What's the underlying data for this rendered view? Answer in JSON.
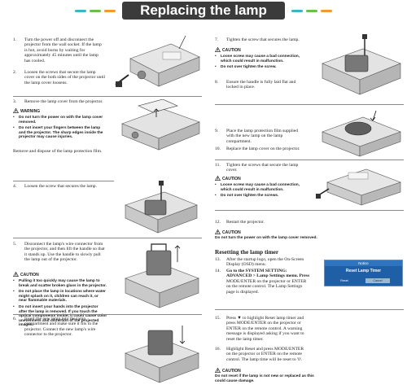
{
  "header": {
    "title": "Replacing the lamp",
    "dash_colors": [
      "#3bb5c9",
      "#6cc04a",
      "#f29a2e",
      "#3bb5c9",
      "#6cc04a",
      "#f29a2e"
    ]
  },
  "left": {
    "step1": {
      "num": "1.",
      "lines": [
        "Turn the power off and disconnect the",
        "projector from the wall socket. If the lamp",
        "is hot, avoid burns by waiting for",
        "approximately 45 minutes until the lamp",
        "has cooled."
      ]
    },
    "step2": {
      "num": "2.",
      "lines": [
        "Loosen the screws that secure the lamp",
        "cover on the both sides of the projector until",
        "the lamp cover loosens."
      ]
    },
    "step3": {
      "num": "3.",
      "lines": [
        "Remove the lamp cover from the projector."
      ]
    },
    "warning1": {
      "title": "WARNING",
      "bullets": [
        [
          "Do not turn the power on with the lamp cover",
          "removed."
        ],
        [
          "Do not insert your fingers between the lamp",
          "and the projector. The sharp edges inside the",
          "projector may cause injuries."
        ]
      ]
    },
    "remove_dispose": "Remove and dispose of the lamp protection film.",
    "step4": {
      "num": "4.",
      "lines": [
        "Loosen the screw that secures the lamp."
      ]
    },
    "step5": {
      "num": "5.",
      "lines": [
        "Disconnect the lamp's wire connector from",
        "the projector, and then lift the handle so that",
        "it stands up. Use the handle to slowly pull",
        "the lamp out of the projector."
      ]
    },
    "caution1": {
      "title": "CAUTION",
      "bullets": [
        [
          "Pulling it too quickly may cause the lamp to",
          "break and scatter broken glass in the projector."
        ],
        [
          "Do not place the lamp in locations where water",
          "might splash on it, children can reach it, or",
          "near flammable materials."
        ],
        [
          "Do not insert your hands into the projector",
          "after the lamp is removed. If you touch the",
          "optical components inside, it could cause color",
          "unevenness and distortion of the projected",
          "images."
        ]
      ]
    },
    "step6": {
      "num": "6.",
      "lines": [
        "Insert the new lamp into the lamp",
        "compartment and make sure it fits in the",
        "projector. Connect the new lamp's wire",
        "connector to the projector."
      ]
    }
  },
  "right": {
    "step7": {
      "num": "7.",
      "lines": [
        "Tighten the screw that secures the lamp."
      ]
    },
    "caution2": {
      "title": "CAUTION",
      "bullets": [
        [
          "Loose screw may cause a bad connection,",
          "which could result in malfunction."
        ],
        [
          "Do not over tighten the screw."
        ]
      ]
    },
    "step8": {
      "num": "8.",
      "lines": [
        "Ensure the handle is fully laid flat and",
        "locked in place."
      ]
    },
    "step9": {
      "num": "9.",
      "lines": [
        "Place the lamp protection film supplied",
        "with the new lamp on the lamp",
        "compartment."
      ]
    },
    "step10": {
      "num": "10.",
      "lines": [
        "Replace the lamp cover on the projector."
      ]
    },
    "step11": {
      "num": "11.",
      "lines": [
        "Tighten the screws that secure the lamp",
        "cover."
      ]
    },
    "caution3": {
      "title": "CAUTION",
      "bullets": [
        [
          "Loose screw may cause a bad connection,",
          "which could result in malfunction."
        ],
        [
          "Do not over tighten the screws."
        ]
      ]
    },
    "step12": {
      "num": "12.",
      "lines": [
        "Restart the projector."
      ]
    },
    "caution4": {
      "title": "CAUTION",
      "text": "Do not turn the power on with the lamp cover removed."
    },
    "reset_heading": "Resetting the lamp timer",
    "step13": {
      "num": "13.",
      "lines": [
        "After the startup logo, open the On-Screen",
        "Display (OSD) menu."
      ]
    },
    "step14": {
      "num": "14.",
      "lines": [
        "Go to the SYSTEM SETTING:",
        "ADVANCED > Lamp Settings menu. Press",
        "MODE/ENTER on the projector or ENTER",
        "on the remote control. The Lamp Settings",
        "page is displayed."
      ]
    },
    "step15": {
      "num": "15.",
      "lines": [
        "Press ▼ to highlight Reset lamp timer and",
        "press MODE/ENTER on the projector or",
        "ENTER on the remote control. A warning",
        "message is displayed asking if you want to",
        "reset the lamp timer."
      ]
    },
    "step16": {
      "num": "16.",
      "lines": [
        "Highlight Reset and press MODE/ENTER",
        "on the projector or ENTER on the remote",
        "control. The lamp time will be reset to '0'."
      ]
    },
    "caution5": {
      "title": "CAUTION",
      "lines": [
        "Do not reset if the lamp is not new or replaced as this",
        "could cause damage."
      ]
    },
    "notice": {
      "top": "Notice",
      "title": "Reset Lamp Timer",
      "reset_btn": "Reset",
      "cancel_btn": "Cancel"
    }
  }
}
